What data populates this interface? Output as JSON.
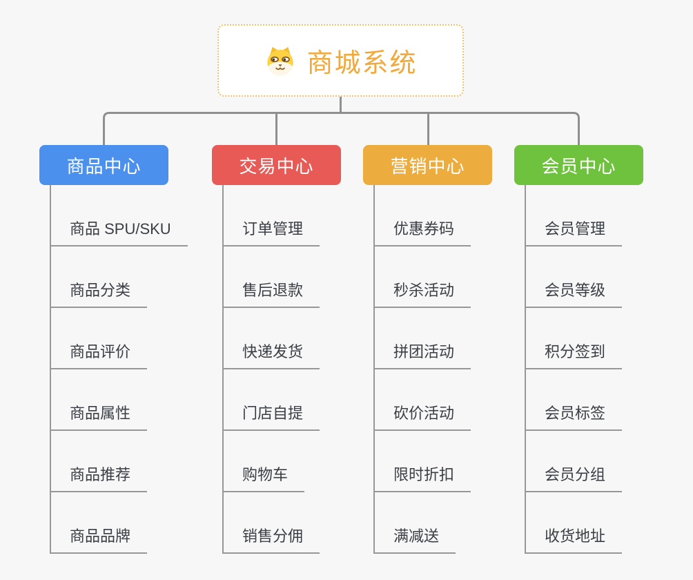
{
  "page": {
    "background_color": "#f7f7f7",
    "connector_color": "#8f8f8f"
  },
  "root": {
    "title": "商城系统",
    "icon": "dog-face-icon",
    "text_color": "#f2a93b",
    "border_color": "#f2c16a"
  },
  "branches": [
    {
      "label": "商品中心",
      "color": "#4a90ec",
      "items": [
        "商品 SPU/SKU",
        "商品分类",
        "商品评价",
        "商品属性",
        "商品推荐",
        "商品品牌"
      ]
    },
    {
      "label": "交易中心",
      "color": "#e85a55",
      "items": [
        "订单管理",
        "售后退款",
        "快递发货",
        "门店自提",
        "购物车",
        "销售分佣"
      ]
    },
    {
      "label": "营销中心",
      "color": "#ecac3e",
      "items": [
        "优惠券码",
        "秒杀活动",
        "拼团活动",
        "砍价活动",
        "限时折扣",
        "满减送"
      ]
    },
    {
      "label": "会员中心",
      "color": "#6fc23e",
      "items": [
        "会员管理",
        "会员等级",
        "积分签到",
        "会员标签",
        "会员分组",
        "收货地址"
      ]
    }
  ]
}
